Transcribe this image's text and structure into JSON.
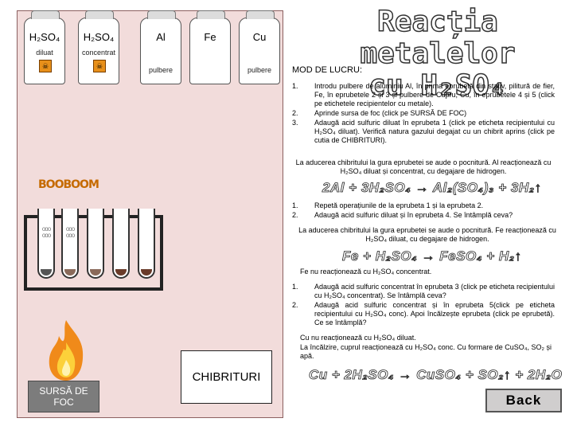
{
  "title": {
    "line1": "Reacția metalelor",
    "line2": "cu H₂SO₄"
  },
  "jars": [
    {
      "name": "H₂SO₄",
      "sub": "diluat"
    },
    {
      "name": "H₂SO₄",
      "sub": "concentrat"
    },
    {
      "name": "Al",
      "sub": "pulbere"
    },
    {
      "name": "Fe",
      "sub": ""
    },
    {
      "name": "Cu",
      "sub": "pulbere"
    }
  ],
  "hazard_symbol": "☠",
  "boom_text": "BOOBOOM",
  "tubes": [
    {
      "contents_color": "#555555"
    },
    {
      "contents_color": "#8a6a5a"
    },
    {
      "contents_color": "#8a6a5a"
    },
    {
      "contents_color": "#6a3b2a"
    },
    {
      "contents_color": "#6a3b2a"
    }
  ],
  "fire_source_label": "SURSĂ DE FOC",
  "matches_label": "CHIBRITURI",
  "mod_de_lucru": "MOD DE LUCRU:",
  "section1": [
    {
      "num": "1.",
      "text": "Introdu pulbere de aluminiu Al, în prima eprubetă din stativ, pilitură de fier, Fe, în eprubetele 2 și 3 și pulbere de Cupru, Cu, în eprubetele 4 și 5 (click pe etichetele recipientelor cu metale)."
    },
    {
      "num": "2.",
      "text": "Aprinde sursa de foc (click pe SURSĂ DE FOC)"
    },
    {
      "num": "3.",
      "text": "Adaugă acid sulfuric diluat în eprubeta 1 (click pe eticheta recipientului cu H₂SO₄ diluat). Verifică natura gazului degajat cu un chibrit aprins (click pe cutia de CHIBRITURI)."
    }
  ],
  "note1": "La aducerea chibritului la gura eprubetei se aude o pocnitură. Al reacționează cu H₂SO₄ diluat și concentrat, cu degajare de hidrogen.",
  "eq1": "2Al + 3H₂SO₄ → Al₂(SO₄)₃ + 3H₂↑",
  "section2": [
    {
      "num": "1.",
      "text": "Repetă operațiunile de la eprubeta 1 și la eprubeta 2."
    },
    {
      "num": "2.",
      "text": "Adaugă acid sulfuric diluat și în eprubeta 4. Se întâmplă ceva?"
    }
  ],
  "note2": "La aducerea chibritului la gura eprubetei se aude o pocnitură. Fe reacționează cu H₂SO₄ diluat, cu degajare de hidrogen.",
  "eq2": "Fe + H₂SO₄ → FeSO₄ + H₂↑",
  "note3": "Fe nu reacționează cu H₂SO₄ concentrat.",
  "section3": [
    {
      "num": "1.",
      "text": "Adaugă acid sulfuric concentrat în eprubeta 3 (click pe eticheta recipientului cu H₂SO₄ concentrat). Se întâmplă ceva?"
    },
    {
      "num": "2.",
      "text": "Adaugă acid sulfuric concentrat și în eprubeta 5(click pe eticheta recipientului cu H₂SO₄ conc). Apoi încălzește eprubeta (click pe eprubetă). Ce se întâmplă?"
    }
  ],
  "note4a": "Cu nu reacționează cu H₂SO₄ diluat.",
  "note4b": "La încălzire, cuprul reacționează cu H₂SO₄ conc. Cu formare de CuSO₄, SO₂ și apă.",
  "eq3": "Cu + 2H₂SO₄ → CuSO₄ + SO₂↑ + 2H₂O",
  "back_label": "Back"
}
